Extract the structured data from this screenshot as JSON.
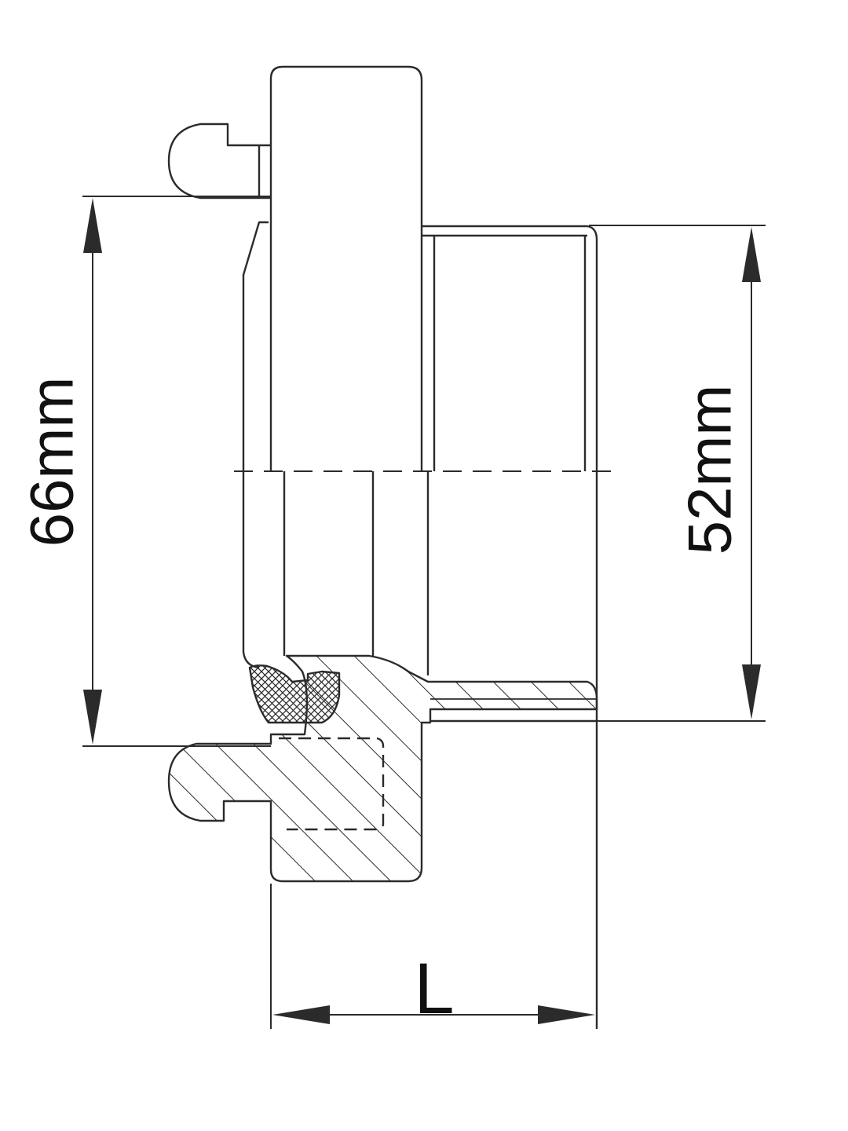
{
  "diagram": {
    "dimensions": {
      "outer": "66mm",
      "thread": "52mm",
      "length": "L"
    }
  },
  "colors": {
    "line": "#2b2b2b",
    "background": "#ffffff"
  }
}
